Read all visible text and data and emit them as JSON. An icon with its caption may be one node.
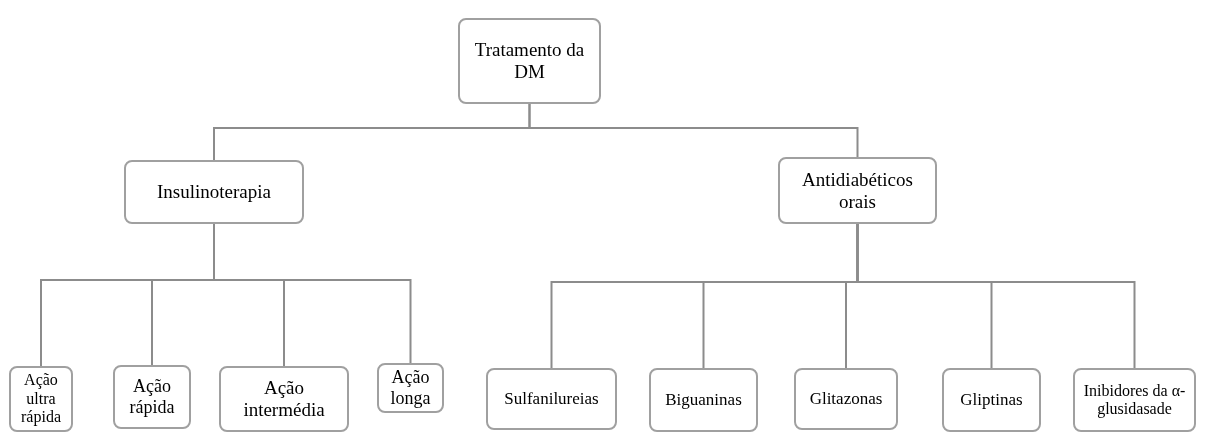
{
  "diagram": {
    "nodes": [
      {
        "text": [
          "Tratamento da DM"
        ]
      },
      {
        "text": [
          "Insulinoterapia"
        ]
      },
      {
        "text": [
          "Antidiabéticos orais"
        ]
      },
      {
        "text": [
          "Ação ultra rápida"
        ]
      },
      {
        "text": [
          "Ação rápida"
        ]
      },
      {
        "text": [
          "Ação intermédia"
        ]
      },
      {
        "text": [
          "Ação longa"
        ]
      },
      {
        "text": [
          "Sulfanilureias"
        ]
      },
      {
        "text": [
          "Biguaninas"
        ]
      },
      {
        "text": [
          "Glitazonas"
        ]
      },
      {
        "text": [
          "Gliptinas"
        ]
      },
      {
        "text": [
          "Inibidores da α-glusidasade"
        ]
      }
    ],
    "edges": [
      {
        "from": 0,
        "to": 1,
        "arrow": "none"
      },
      {
        "from": 0,
        "to": 2,
        "arrow": "none"
      },
      {
        "from": 1,
        "to": 3,
        "arrow": "none"
      },
      {
        "from": 1,
        "to": 4,
        "arrow": "none"
      },
      {
        "from": 1,
        "to": 5,
        "arrow": "none"
      },
      {
        "from": 1,
        "to": 6,
        "arrow": "none"
      },
      {
        "from": 2,
        "to": 7,
        "arrow": "none"
      },
      {
        "from": 2,
        "to": 8,
        "arrow": "none"
      },
      {
        "from": 2,
        "to": 9,
        "arrow": "none"
      },
      {
        "from": 2,
        "to": 10,
        "arrow": "none"
      },
      {
        "from": 2,
        "to": 11,
        "arrow": "none"
      }
    ]
  }
}
